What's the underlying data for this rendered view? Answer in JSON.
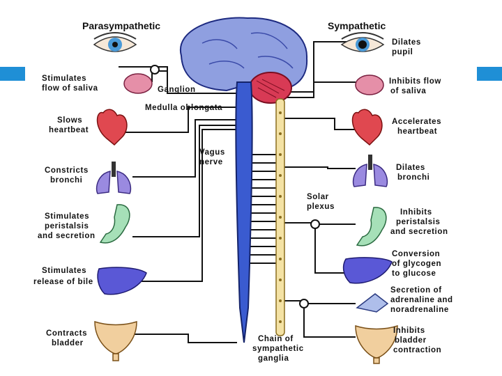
{
  "headers": {
    "parasympathetic": "Parasympathetic",
    "sympathetic": "Sympathetic"
  },
  "center_labels": {
    "ganglion": "Ganglion",
    "medulla": "Medulla oblongata",
    "vagus_1": "Vagus",
    "vagus_2": "nerve",
    "solar_1": "Solar",
    "solar_2": "plexus",
    "chain_1": "Chain of",
    "chain_2": "sympathetic",
    "chain_3": "ganglia"
  },
  "para_effects": [
    {
      "lines": [
        "Stimulates",
        "flow of saliva"
      ],
      "organ": "salivary-gland"
    },
    {
      "lines": [
        "Slows",
        "heartbeat"
      ],
      "organ": "heart"
    },
    {
      "lines": [
        "Constricts",
        "bronchi"
      ],
      "organ": "lungs"
    },
    {
      "lines": [
        "Stimulates",
        "peristalsis",
        "and secretion"
      ],
      "organ": "stomach"
    },
    {
      "lines": [
        "Stimulates",
        "release of bile"
      ],
      "organ": "liver"
    },
    {
      "lines": [
        "Contracts",
        "bladder"
      ],
      "organ": "bladder"
    }
  ],
  "symp_effects": [
    {
      "lines": [
        "Dilates",
        "pupil"
      ],
      "organ": "eye"
    },
    {
      "lines": [
        "Inhibits flow",
        "of saliva"
      ],
      "organ": "salivary-gland"
    },
    {
      "lines": [
        "Accelerates",
        "heartbeat"
      ],
      "organ": "heart"
    },
    {
      "lines": [
        "Dilates",
        "bronchi"
      ],
      "organ": "lungs"
    },
    {
      "lines": [
        "Inhibits",
        "peristalsis",
        "and secretion"
      ],
      "organ": "stomach"
    },
    {
      "lines": [
        "Conversion",
        "of glycogen",
        "to glucose"
      ],
      "organ": "liver"
    },
    {
      "lines": [
        "Secretion of",
        "adrenaline and",
        "noradrenaline"
      ],
      "organ": "adrenal-gland"
    },
    {
      "lines": [
        "Inhibits",
        "bladder",
        "contraction"
      ],
      "organ": "bladder"
    }
  ],
  "colors": {
    "accent": "#1f8fd6",
    "brain": "#8f9fe0",
    "spinal_cord": "#3a5bd0",
    "cerebellum": "#d83a55",
    "heart": "#e04850",
    "lungs": "#9a8ae0",
    "stomach": "#a6e0b8",
    "liver": "#5a58d6",
    "bladder": "#f1cf9e",
    "eye_iris": "#4a9ad8"
  }
}
